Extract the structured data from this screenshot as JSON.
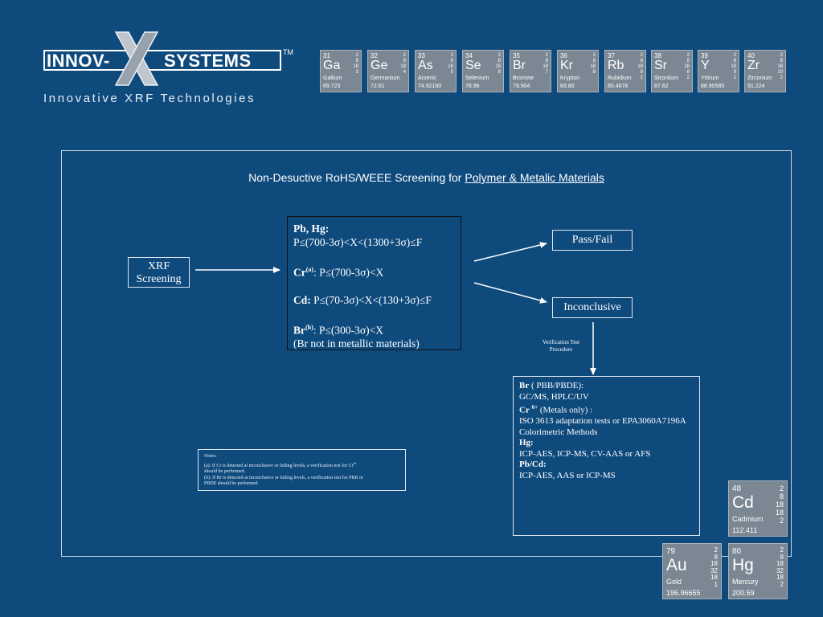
{
  "logo": {
    "left_word": "INNOV-",
    "right_word": "SYSTEMS",
    "tm": "TM",
    "tagline": "Innovative XRF Technologies"
  },
  "tiles_top": [
    {
      "num": "31",
      "sym": "Ga",
      "name": "Gallium",
      "weight": "69.723",
      "shells": [
        "2",
        "8",
        "18",
        "3"
      ]
    },
    {
      "num": "32",
      "sym": "Ge",
      "name": "Germanium",
      "weight": "72.61",
      "shells": [
        "2",
        "8",
        "18",
        "4"
      ]
    },
    {
      "num": "33",
      "sym": "As",
      "name": "Arsenic",
      "weight": "74.92160",
      "shells": [
        "2",
        "8",
        "18",
        "5"
      ]
    },
    {
      "num": "34",
      "sym": "Se",
      "name": "Selenium",
      "weight": "78.96",
      "shells": [
        "2",
        "8",
        "18",
        "6"
      ]
    },
    {
      "num": "35",
      "sym": "Br",
      "name": "Bromine",
      "weight": "79.904",
      "shells": [
        "2",
        "8",
        "18",
        "7"
      ]
    },
    {
      "num": "36",
      "sym": "Kr",
      "name": "Krypton",
      "weight": "83.80",
      "shells": [
        "2",
        "8",
        "18",
        "8"
      ]
    },
    {
      "num": "37",
      "sym": "Rb",
      "name": "Rubidium",
      "weight": "85.4678",
      "shells": [
        "2",
        "8",
        "18",
        "8",
        "1"
      ]
    },
    {
      "num": "38",
      "sym": "Sr",
      "name": "Strontium",
      "weight": "87.62",
      "shells": [
        "2",
        "8",
        "18",
        "8",
        "2"
      ]
    },
    {
      "num": "39",
      "sym": "Y",
      "name": "Yttrium",
      "weight": "88.90585",
      "shells": [
        "2",
        "8",
        "18",
        "9",
        "2"
      ]
    },
    {
      "num": "40",
      "sym": "Zr",
      "name": "Zirconium",
      "weight": "91.224",
      "shells": [
        "2",
        "8",
        "18",
        "10",
        "2"
      ]
    }
  ],
  "tiles_bottom": {
    "cd": {
      "num": "48",
      "sym": "Cd",
      "name": "Cadmium",
      "weight": "112.411",
      "shells": [
        "2",
        "8",
        "18",
        "18",
        "2"
      ]
    },
    "au": {
      "num": "79",
      "sym": "Au",
      "name": "Gold",
      "weight": "196.96655",
      "shells": [
        "2",
        "8",
        "18",
        "32",
        "18",
        "1"
      ]
    },
    "hg": {
      "num": "80",
      "sym": "Hg",
      "name": "Mercury",
      "weight": "200.59",
      "shells": [
        "2",
        "8",
        "18",
        "32",
        "18",
        "2"
      ]
    }
  },
  "title": {
    "plain": "Non-Desuctive RoHS/WEEE Screening for ",
    "underlined": "Polymer & Metalic Materials"
  },
  "xrf": {
    "line1": "XRF",
    "line2": "Screening"
  },
  "conditions": {
    "pbhg_label": "Pb, Hg:",
    "pbhg_rule": "P≤(700-3σ)<X<(1300+3σ)≤F",
    "cr_label": "Cr",
    "cr_sup": "(a)",
    "cr_rule": ":  P≤(700-3σ)<X",
    "cd_label": "Cd:",
    "cd_rule": " P≤(70-3σ)<X<(130+3σ)≤F",
    "br_label": "Br",
    "br_sup": "(b)",
    "br_rule": ":  P≤(300-3σ)<X",
    "br_note": " (Br not in metallic materials)"
  },
  "pass_fail": "Pass/Fail",
  "inconclusive": "Inconclusive",
  "verification_label": {
    "line1": "Verification Test",
    "line2": "Procedure"
  },
  "verification": {
    "br_label": "Br",
    "br_detail": " ( PBB/PBDE):",
    "br_methods": "GC/MS, HPLC/UV",
    "cr_label": "Cr",
    "cr_sup": "6+",
    "cr_detail": " (Metals only) :",
    "cr_methods_1": "ISO 3613 adaptation tests or EPA3060A7196A",
    "cr_methods_2": "Colorimetric Methods",
    "hg_label": "Hg:",
    "hg_methods": "ICP-AES, ICP-MS, CV-AAS or AFS",
    "pbcd_label": "Pb/Cd:",
    "pbcd_methods": "ICP-AES, AAS or ICP-MS"
  },
  "notes": {
    "heading": "Notes:",
    "a_1": "(a): If Cr is detected at inconclusive or failing levels, a verification test for Cr",
    "a_sup": "6+",
    "a_2": "should be performed.",
    "b_1": "(b): If Br is detected at inconclusive or failing levels, a verification test for PBB or",
    "b_2": "PBDE should be performed."
  }
}
